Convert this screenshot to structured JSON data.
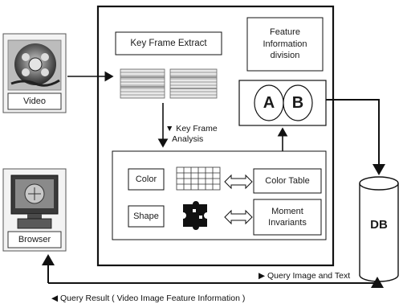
{
  "left_panel": {
    "video_label": "Video",
    "browser_label": "Browser"
  },
  "system": {
    "key_frame_extract": "Key Frame Extract",
    "feature_division": "Feature\nInformation\ndivision",
    "circle_a": "A",
    "circle_b": "B",
    "key_frame_analysis": "▼ Key Frame\n   Analysis",
    "color_label": "Color",
    "shape_label": "Shape",
    "color_table": "Color Table",
    "moment_invariants": "Moment\nInvariants"
  },
  "db": {
    "label": "DB"
  },
  "flows": {
    "query_image_text": "▶ Query Image and Text",
    "query_result": "◀ Query Result ( Video Image Feature Information )"
  },
  "colors": {
    "line": "#111111",
    "box_fill": "#ffffff",
    "frame_gray": "#9a9a9a"
  }
}
